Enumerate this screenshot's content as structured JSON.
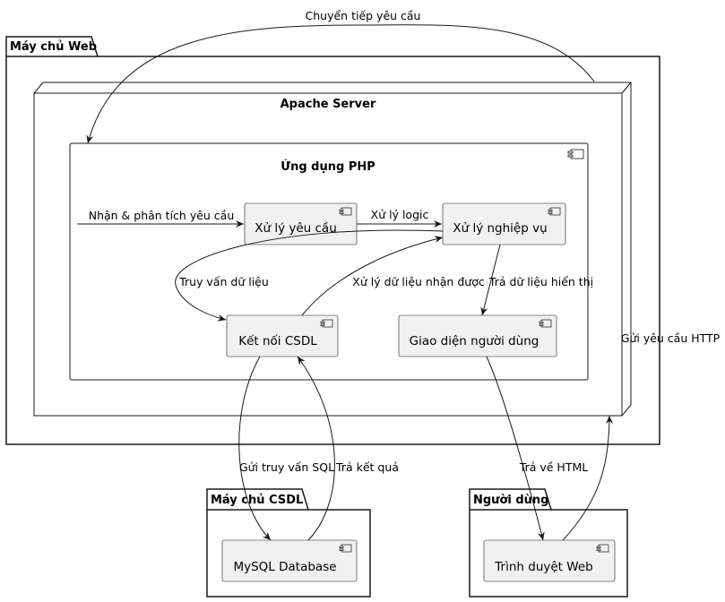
{
  "packages": {
    "web_server": "Máy chủ Web",
    "db_server": "Máy chủ CSDL",
    "user": "Người dùng"
  },
  "nodes": {
    "apache": "Apache Server"
  },
  "components": {
    "php_app": "Ứng dụng PHP",
    "request_handler": "Xử lý yêu cầu",
    "business_logic": "Xử lý nghiệp vụ",
    "db_connection": "Kết nối CSDL",
    "user_interface": "Giao diện người dùng",
    "mysql": "MySQL Database",
    "browser": "Trình duyệt Web"
  },
  "edges": {
    "forward_request": "Chuyển tiếp yêu cầu",
    "receive_parse": "Nhận & phân tích yêu cầu",
    "logic": "Xử lý logic",
    "query_data": "Truy vấn dữ liệu",
    "process_received": "Xử lý dữ liệu nhận được",
    "return_display": "Trả dữ liệu hiển thị",
    "send_http": "Gửi yêu cầu HTTP",
    "send_sql": "Gửi truy vấn SQL",
    "return_result": "Trả kết quả",
    "return_html": "Trả về HTML"
  }
}
